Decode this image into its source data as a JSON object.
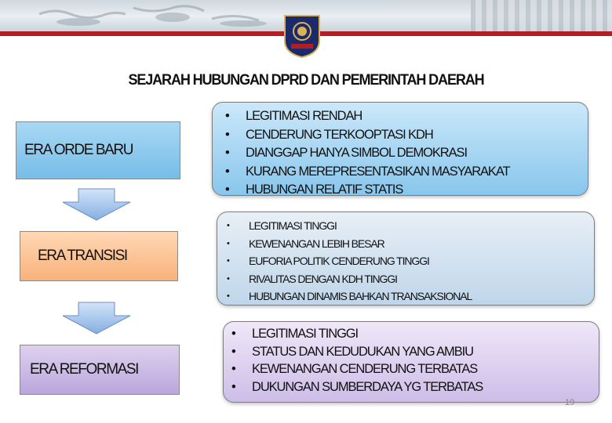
{
  "title": "SEJARAH HUBUNGAN DPRD DAN PEMERINTAH DAERAH",
  "eras": [
    {
      "label": "ERA ORDE BARU",
      "points": [
        "LEGITIMASI RENDAH",
        "CENDERUNG TERKOOPTASI KDH",
        "DIANGGAP HANYA SIMBOL DEMOKRASI",
        "KURANG MEREPRESENTASIKAN MASYARAKAT",
        "HUBUNGAN RELATIF STATIS"
      ]
    },
    {
      "label": "ERA TRANSISI",
      "points": [
        "LEGITIMASI TINGGI",
        "KEWENANGAN LEBIH BESAR",
        "EUFORIA POLITIK CENDERUNG TINGGI",
        "RIVALITAS DENGAN KDH TINGGI",
        "HUBUNGAN DINAMIS BAHKAN TRANSAKSIONAL"
      ]
    },
    {
      "label": "ERA REFORMASI",
      "points": [
        "LEGITIMASI TINGGI",
        "STATUS DAN KEDUDUKAN YANG AMBIU",
        "KEWENANGAN CENDERUNG TERBATAS",
        "DUKUNGAN SUMBERDAYA YG TERBATAS"
      ]
    }
  ],
  "bullet": "•",
  "page_number": "19",
  "colors": {
    "orde_box": "#75bde8",
    "transisi_box": "#f8b27a",
    "reformasi_box": "#bba6dd",
    "arrow": "#a7c7ee",
    "banner_red": "#b31d24"
  }
}
